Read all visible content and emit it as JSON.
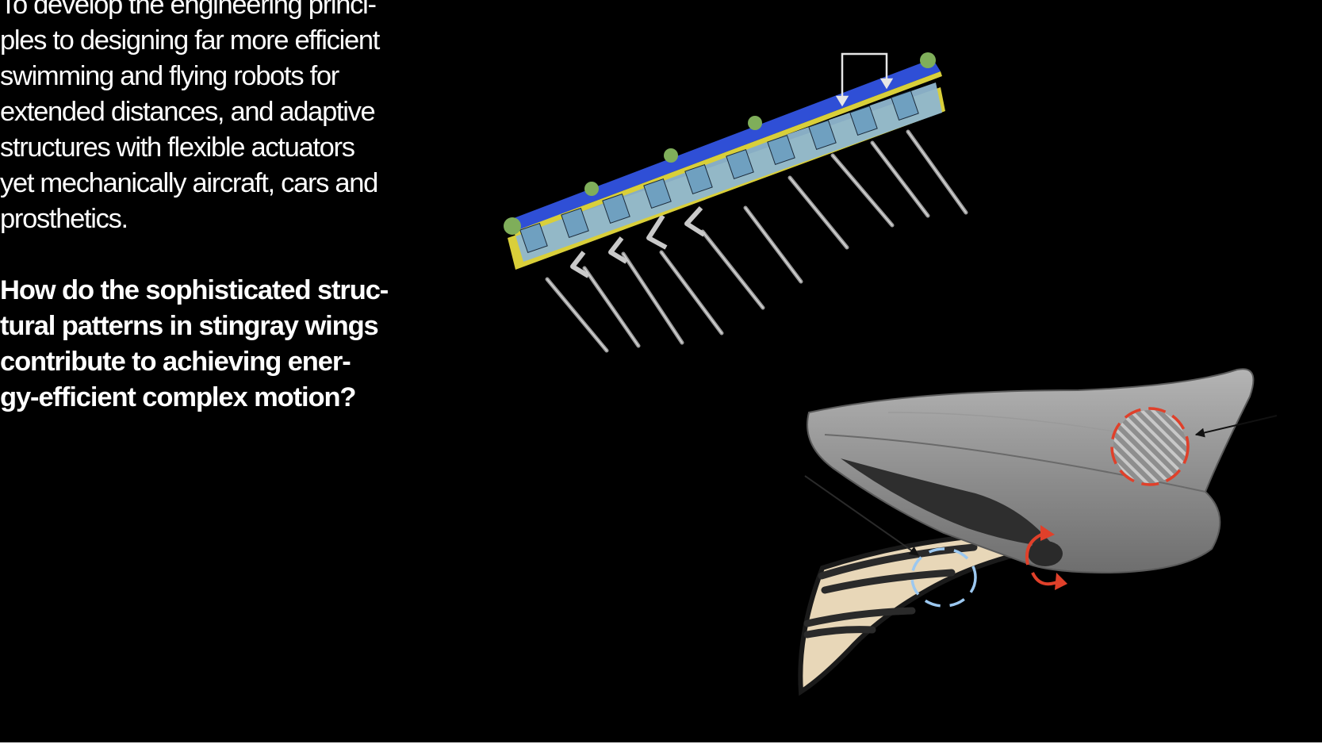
{
  "intro": {
    "lines": [
      "To develop the engineering princi-",
      "ples to designing far more efficient",
      "swimming and flying robots for",
      "extended distances, and adaptive",
      "structures with flexible actuators",
      "yet mechanically aircraft, cars and",
      "prosthetics."
    ]
  },
  "question": {
    "lines": [
      "How do the sophisticated struc-",
      "tural patterns in stingray wings",
      "contribute to achieving ener-",
      "gy-efficient complex motion?"
    ]
  },
  "colors": {
    "background": "#000000",
    "text": "#ffffff",
    "robot_rail": "#2f4fd6",
    "robot_servo": "#8fb6cf",
    "robot_frame": "#d9cf3a",
    "robot_cap": "#7fae5a",
    "ray_body": "#8a8a8a",
    "fin_ribbon": "#e8d7b8",
    "highlight_red": "#e0402a",
    "highlight_blue": "#9cc8f0"
  }
}
